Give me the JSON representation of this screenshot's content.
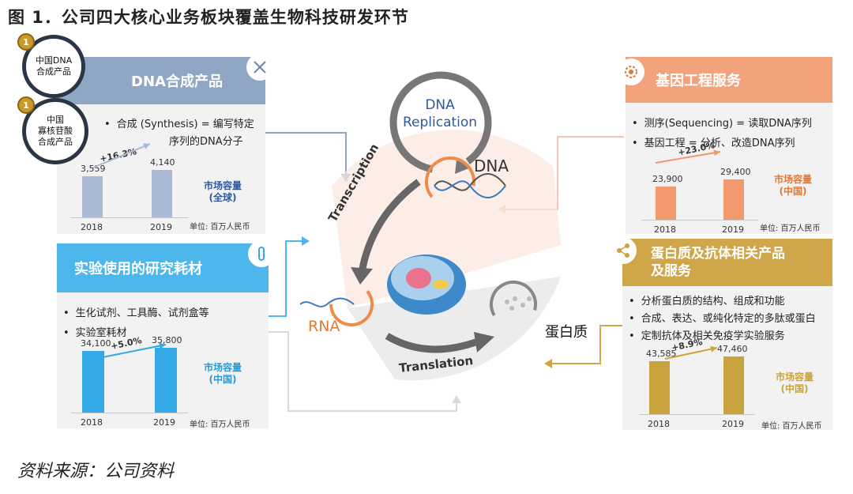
{
  "title": "图 1．公司四大核心业务板块覆盖生物科技研发环节",
  "source": "资料来源：公司资料",
  "badges": [
    {
      "rank": "1",
      "text": "中国DNA\n合成产品"
    },
    {
      "rank": "1",
      "text": "中国\n寡核苷酸\n合成产品"
    }
  ],
  "center": {
    "dna_replication": "DNA\nReplication",
    "dna": "DNA",
    "transcription": "Transcription",
    "rna": "RNA",
    "translation": "Translation",
    "protein": "蛋白质"
  },
  "panels": {
    "dna": {
      "header": "DNA合成产品",
      "bullets": [
        "合成 (Synthesis) = 编写特定",
        "序列的DNA分子"
      ],
      "growth": "+16.3%",
      "market": "市场容量\n(全球)",
      "unit": "单位: 百万人民币",
      "color": "#8fa6c4",
      "bar_color": "#a9b9d6"
    },
    "consumables": {
      "header": "实验使用的研究耗材",
      "bullets": [
        "生化试剂、工具酶、试剂盒等",
        "实验室耗材"
      ],
      "growth": "+5.0%",
      "market": "市场容量\n(中国)",
      "unit": "单位: 百万人民币",
      "color": "#4db6ea",
      "bar_color": "#35a9e6"
    },
    "gene": {
      "header": "基因工程服务",
      "bullets": [
        "测序(Sequencing) = 读取DNA序列",
        "基因工程 = 分析、改造DNA序列"
      ],
      "growth": "+23.0%",
      "market": "市场容量\n(中国)",
      "unit": "单位: 百万人民币",
      "color": "#f2a37c",
      "bar_color": "#f29a6e"
    },
    "protein": {
      "header": "蛋白质及抗体相关产品\n及服务",
      "bullets": [
        "分析蛋白质的结构、组成和功能",
        "合成、表达、或纯化特定的多肽或蛋白",
        "定制抗体及相关免疫学实验服务"
      ],
      "growth": "+8.9%",
      "market": "市场容量\n(中国)",
      "unit": "单位: 百万人民币",
      "color": "#cfa64a",
      "bar_color": "#c9a43e"
    }
  },
  "chart_data": [
    {
      "type": "bar",
      "categories": [
        "2018",
        "2019"
      ],
      "values": [
        3559,
        4140
      ],
      "value_labels": [
        "3,559",
        "4,140"
      ],
      "ylim": [
        0,
        4800
      ]
    },
    {
      "type": "bar",
      "categories": [
        "2018",
        "2019"
      ],
      "values": [
        34100,
        35800
      ],
      "value_labels": [
        "34,100",
        "35,800"
      ],
      "ylim": [
        0,
        40000
      ]
    },
    {
      "type": "bar",
      "categories": [
        "2018",
        "2019"
      ],
      "values": [
        23900,
        29400
      ],
      "value_labels": [
        "23,900",
        "29,400"
      ],
      "ylim": [
        0,
        40000
      ]
    },
    {
      "type": "bar",
      "categories": [
        "2018",
        "2019"
      ],
      "values": [
        43585,
        47460
      ],
      "value_labels": [
        "43,585",
        "47,460"
      ],
      "ylim": [
        0,
        53000
      ]
    }
  ]
}
